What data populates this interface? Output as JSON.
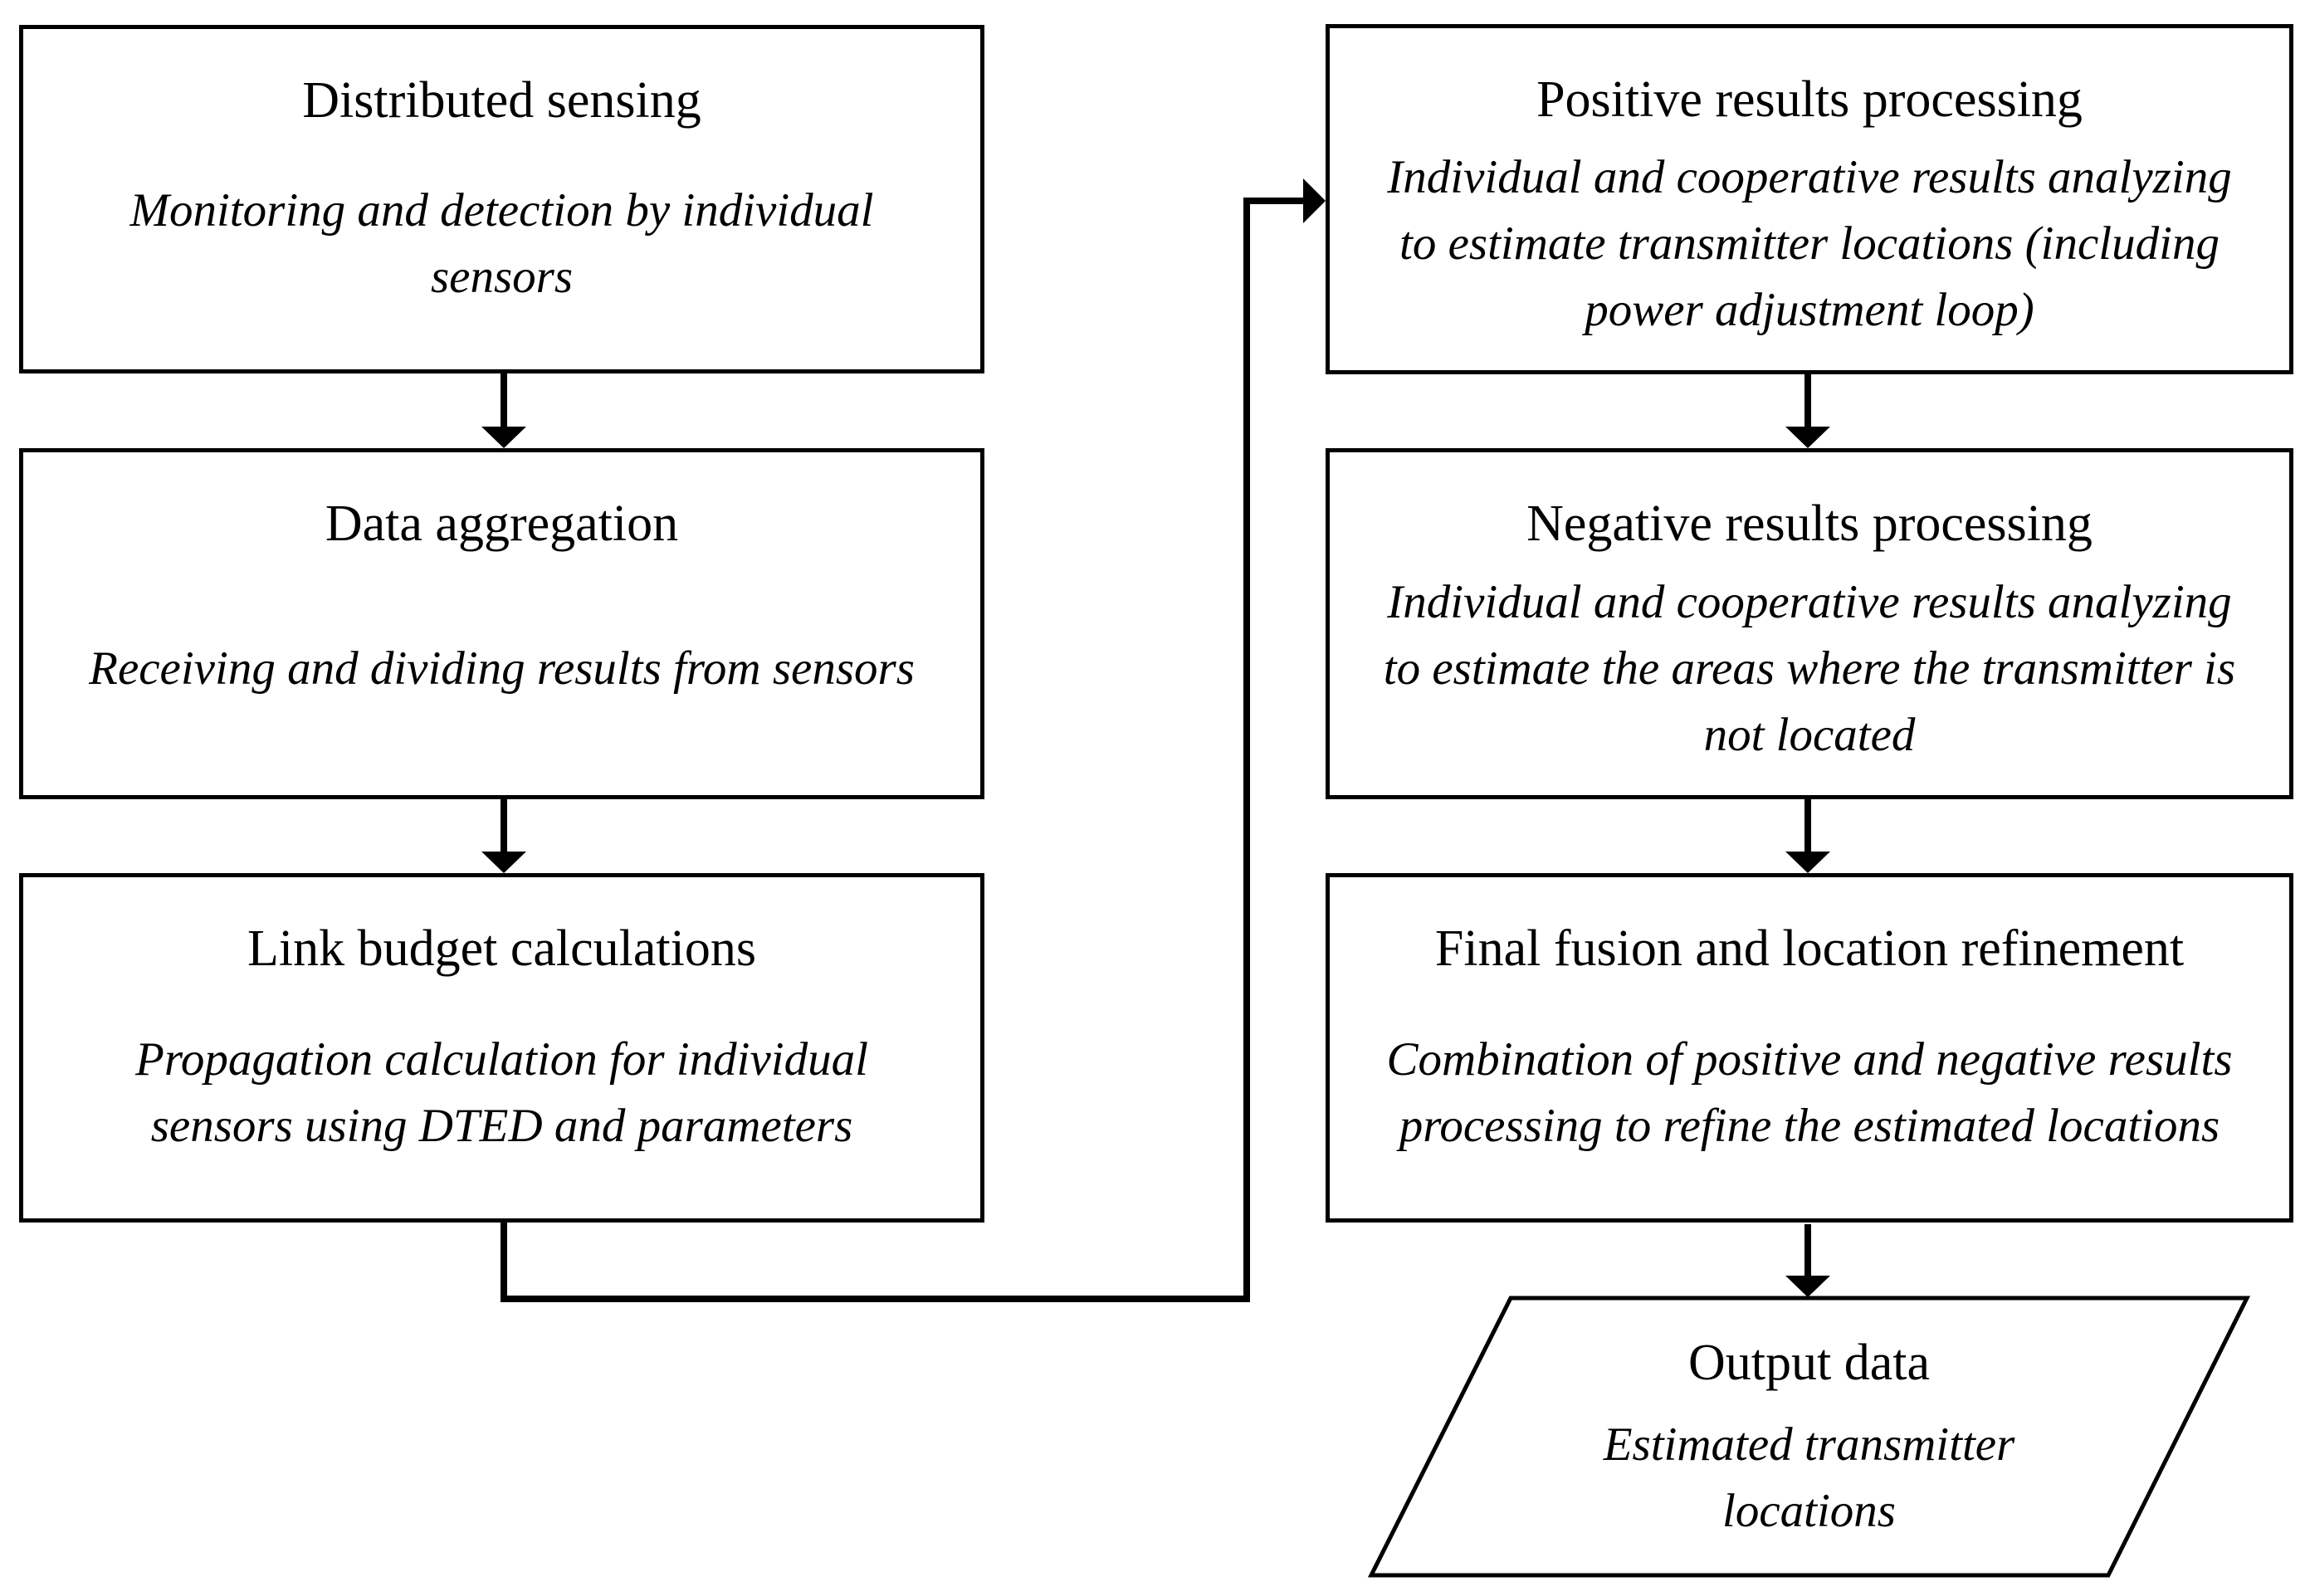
{
  "colors": {
    "stroke": "#000000",
    "fill": "#ffffff"
  },
  "boxes": [
    {
      "id": "distributed-sensing",
      "shape": "rectangle",
      "title": "Distributed sensing",
      "body_lines": [
        "Monitoring and detection by individual",
        "sensors"
      ]
    },
    {
      "id": "data-aggregation",
      "shape": "rectangle",
      "title": "Data aggregation",
      "body_lines": [
        "Receiving and dividing results from sensors"
      ]
    },
    {
      "id": "link-budget-calculations",
      "shape": "rectangle",
      "title": "Link budget calculations",
      "body_lines": [
        "Propagation calculation for individual",
        "sensors using DTED and parameters"
      ]
    },
    {
      "id": "positive-results-processing",
      "shape": "rectangle",
      "title": "Positive results processing",
      "body_lines": [
        "Individual and cooperative results analyzing",
        "to estimate transmitter locations (including",
        "power adjustment loop)"
      ]
    },
    {
      "id": "negative-results-processing",
      "shape": "rectangle",
      "title": "Negative results processing",
      "body_lines": [
        "Individual and cooperative results analyzing",
        "to estimate the areas where the transmitter is",
        "not located"
      ]
    },
    {
      "id": "final-fusion",
      "shape": "rectangle",
      "title": "Final fusion and location refinement",
      "body_lines": [
        "Combination of positive and negative results",
        "processing to refine the estimated locations"
      ]
    },
    {
      "id": "output-data",
      "shape": "parallelogram",
      "title": "Output data",
      "body_lines": [
        "Estimated transmitter",
        "locations"
      ]
    }
  ]
}
